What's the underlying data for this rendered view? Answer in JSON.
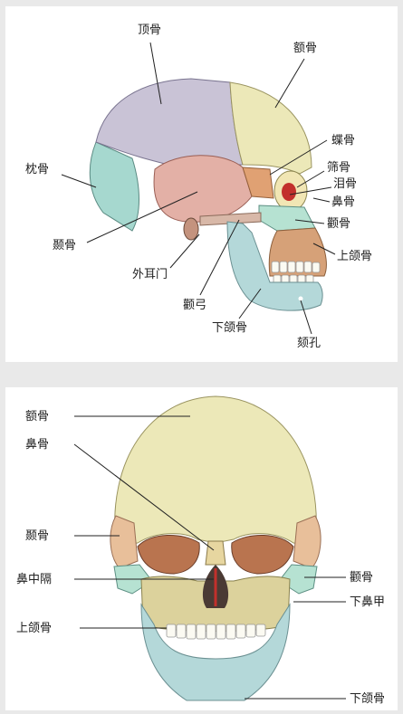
{
  "lateral_view": {
    "labels": {
      "parietal": "顶骨",
      "frontal": "额骨",
      "occipital": "枕骨",
      "sphenoid": "蝶骨",
      "ethmoid": "筛骨",
      "lacrimal": "泪骨",
      "nasal": "鼻骨",
      "zygomatic": "颧骨",
      "temporal": "颞骨",
      "maxilla": "上颌骨",
      "ext_acoustic_meatus": "外耳门",
      "zygomatic_arch": "颧弓",
      "mandible": "下颌骨",
      "mental_foramen": "颏孔"
    }
  },
  "frontal_view": {
    "labels": {
      "frontal": "额骨",
      "nasal": "鼻骨",
      "temporal": "颞骨",
      "zygomatic": "颧骨",
      "nasal_septum": "鼻中隔",
      "inferior_concha": "下鼻甲",
      "maxilla": "上颌骨",
      "mandible": "下颌骨"
    }
  }
}
